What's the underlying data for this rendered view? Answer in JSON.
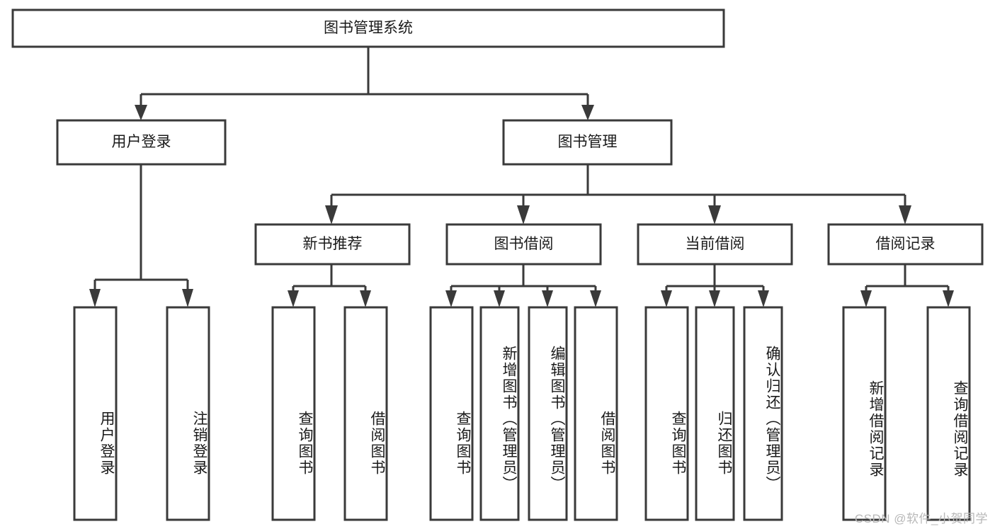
{
  "diagram": {
    "title": "图书管理系统",
    "type": "tree-hierarchy-functional-decomposition",
    "watermark": "CSDN @软件_小贺同学",
    "colors": {
      "stroke": "#3a3a3a",
      "fill": "#ffffff",
      "text": "#1a1a1a",
      "watermark": "#b8b8b8"
    },
    "levels": {
      "root": {
        "label": "图书管理系统",
        "orientation": "horizontal"
      },
      "level2": [
        {
          "id": "user-login",
          "label": "用户登录",
          "orientation": "horizontal"
        },
        {
          "id": "book-manage",
          "label": "图书管理",
          "orientation": "horizontal"
        }
      ],
      "level3": [
        {
          "id": "new-book-recommend",
          "label": "新书推荐",
          "orientation": "horizontal",
          "parent": "book-manage"
        },
        {
          "id": "book-borrow",
          "label": "图书借阅",
          "orientation": "horizontal",
          "parent": "book-manage"
        },
        {
          "id": "current-borrow",
          "label": "当前借阅",
          "orientation": "horizontal",
          "parent": "book-manage"
        },
        {
          "id": "borrow-record",
          "label": "借阅记录",
          "orientation": "horizontal",
          "parent": "book-manage"
        }
      ],
      "leaves": [
        {
          "id": "leaf-user-login",
          "label": "用户登录",
          "orientation": "vertical",
          "parent": "user-login"
        },
        {
          "id": "leaf-user-logout",
          "label": "注销登录",
          "orientation": "vertical",
          "parent": "user-login"
        },
        {
          "id": "leaf-query-book-1",
          "label": "查询图书",
          "orientation": "vertical",
          "parent": "new-book-recommend"
        },
        {
          "id": "leaf-borrow-book-1",
          "label": "借阅图书",
          "orientation": "vertical",
          "parent": "new-book-recommend"
        },
        {
          "id": "leaf-query-book-2",
          "label": "查询图书",
          "orientation": "vertical",
          "parent": "book-borrow"
        },
        {
          "id": "leaf-add-book",
          "label": "新增图书（管理员）",
          "orientation": "vertical",
          "parent": "book-borrow"
        },
        {
          "id": "leaf-edit-book",
          "label": "编辑图书（管理员）",
          "orientation": "vertical",
          "parent": "book-borrow"
        },
        {
          "id": "leaf-borrow-book-2",
          "label": "借阅图书",
          "orientation": "vertical",
          "parent": "book-borrow"
        },
        {
          "id": "leaf-query-book-3",
          "label": "查询图书",
          "orientation": "vertical",
          "parent": "current-borrow"
        },
        {
          "id": "leaf-return-book",
          "label": "归还图书",
          "orientation": "vertical",
          "parent": "current-borrow"
        },
        {
          "id": "leaf-confirm-return",
          "label": "确认归还（管理员）",
          "orientation": "vertical",
          "parent": "current-borrow"
        },
        {
          "id": "leaf-add-record",
          "label": "新增借阅记录",
          "orientation": "vertical",
          "parent": "borrow-record"
        },
        {
          "id": "leaf-query-record",
          "label": "查询借阅记录",
          "orientation": "vertical",
          "parent": "borrow-record"
        }
      ]
    }
  }
}
